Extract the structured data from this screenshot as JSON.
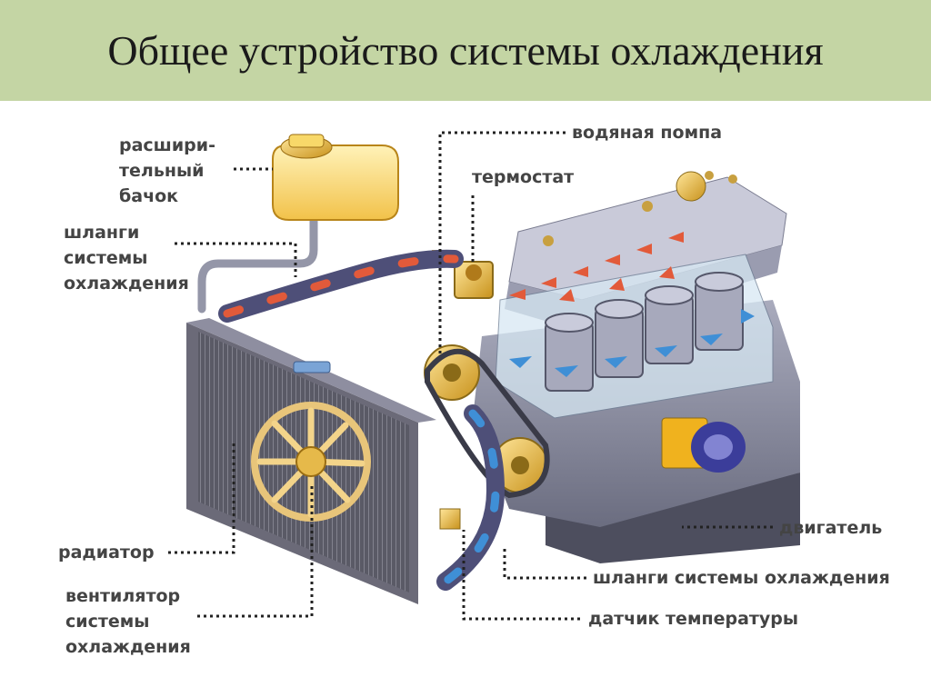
{
  "title": "Общее устройство системы охлаждения",
  "labels": {
    "expansion_tank": [
      "расшири-",
      "тельный",
      "бачок"
    ],
    "hoses_left": [
      "шланги",
      "системы",
      "охлаждения"
    ],
    "water_pump": "водяная помпа",
    "thermostat": "термостат",
    "engine": "двигатель",
    "radiator": "радиатор",
    "hoses_bottom": "шланги системы охлаждения",
    "fan": [
      "вентилятор",
      "системы",
      "охлаждения"
    ],
    "temp_sensor": "датчик температуры"
  },
  "colors": {
    "title_band": "#c4d5a4",
    "label_text": "#444444",
    "hot_flow": "#e25a3a",
    "cold_flow": "#3f8fd6",
    "leader_dots": "#222222"
  }
}
